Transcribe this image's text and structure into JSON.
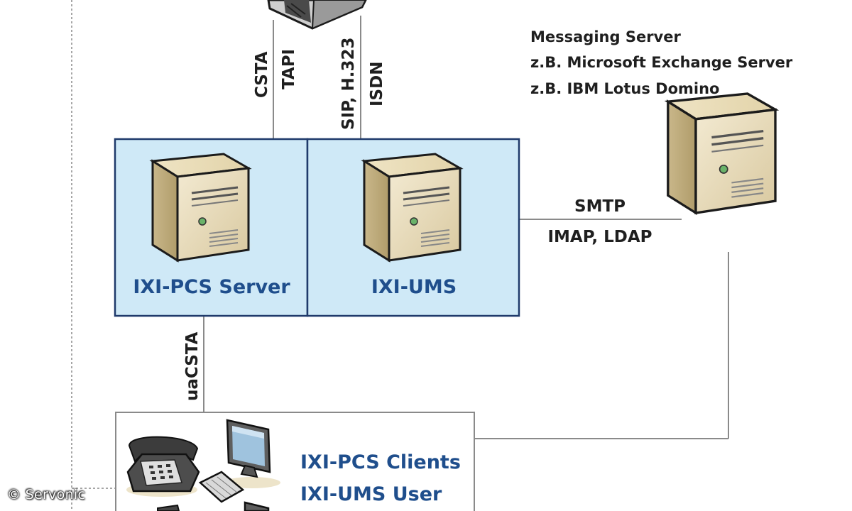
{
  "colors": {
    "box_fill": "#cfe9f7",
    "box_border": "#1f3a6b",
    "label_blue": "#1f4e8c",
    "label_dark": "#1f1f1f",
    "line": "#8a8a8a"
  },
  "labels": {
    "csta": "CSTA",
    "tapi": "TAPI",
    "sip_h323": "SIP, H.323",
    "isdn": "ISDN",
    "messaging_line1": "Messaging Server",
    "messaging_line2": "z.B. Microsoft Exchange Server",
    "messaging_line3": "z.B. IBM Lotus Domino",
    "smtp": "SMTP",
    "imap_ldap": "IMAP, LDAP",
    "pcs_server": "IXI-PCS Server",
    "ums": "IXI-UMS",
    "uacsta": "uaCSTA",
    "clients_line1": "IXI-PCS Clients",
    "clients_line2": "IXI-UMS User"
  },
  "copyright": "© Servonic",
  "icons": [
    "server-tower-icon",
    "telephone-icon",
    "monitor-icon",
    "keyboard-icon"
  ]
}
